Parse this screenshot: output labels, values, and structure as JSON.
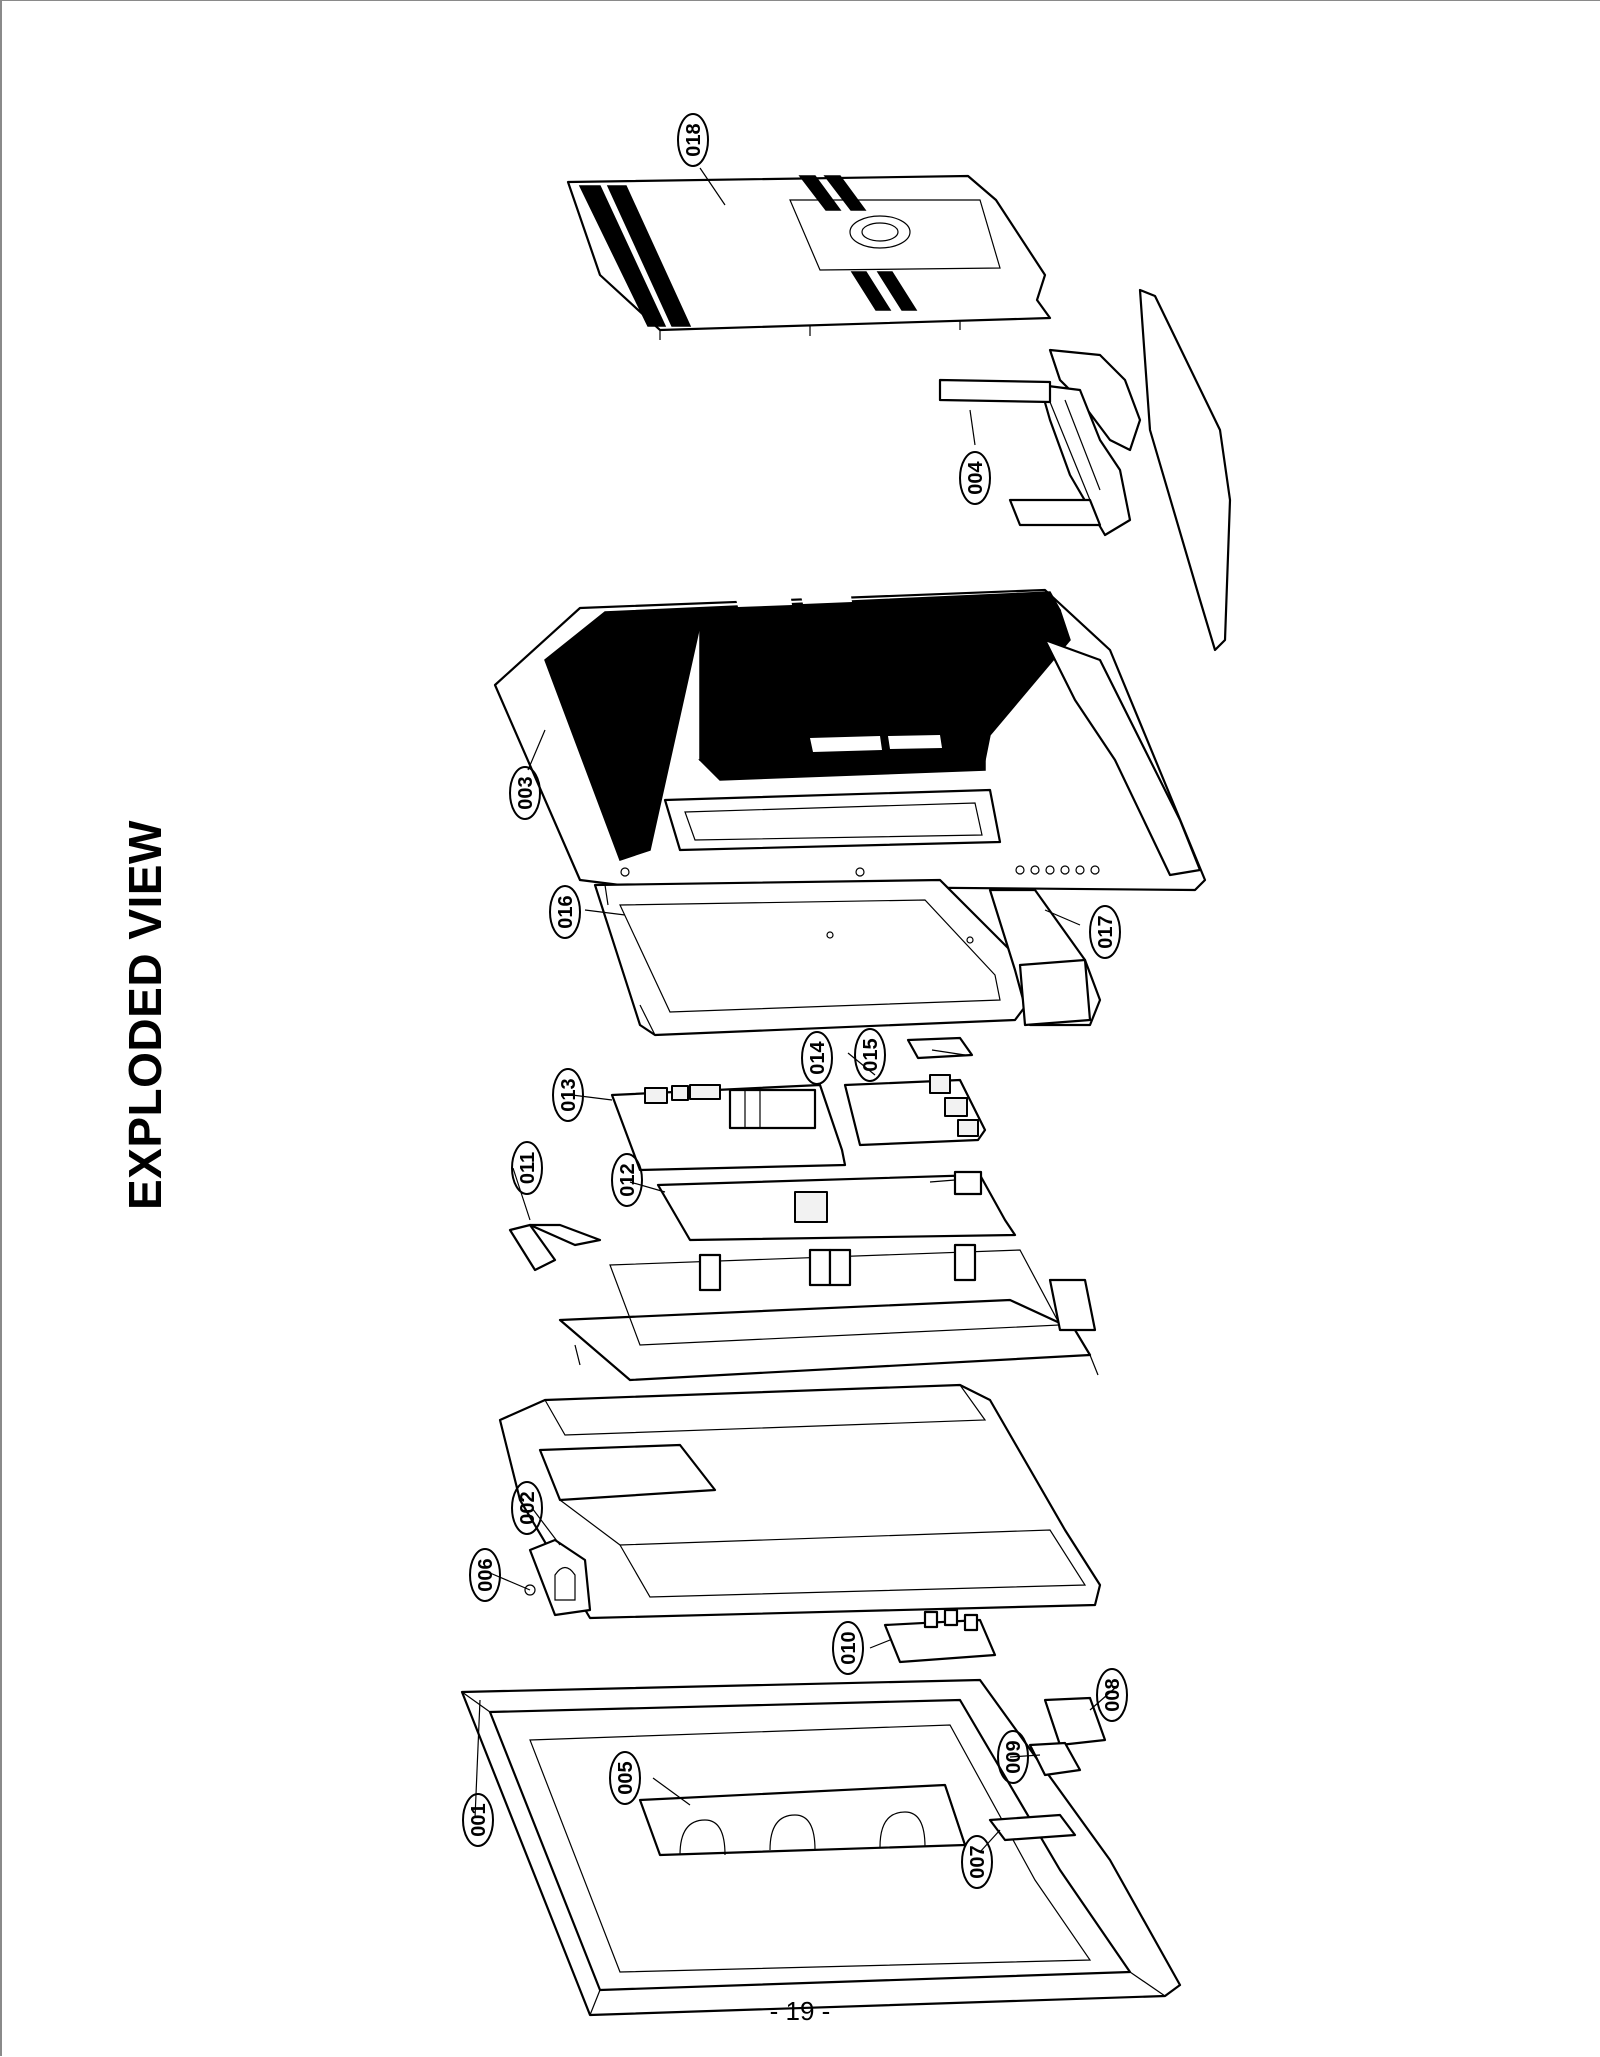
{
  "title": "EXPLODED VIEW",
  "page_number": "- 19 -",
  "callouts": {
    "c001": "001",
    "c002": "002",
    "c003": "003",
    "c004": "004",
    "c005": "005",
    "c006": "006",
    "c007": "007",
    "c008": "008",
    "c009": "009",
    "c010": "010",
    "c011": "011",
    "c012": "012",
    "c013": "013",
    "c014": "014",
    "c015": "015",
    "c016": "016",
    "c017": "017",
    "c018": "018"
  }
}
